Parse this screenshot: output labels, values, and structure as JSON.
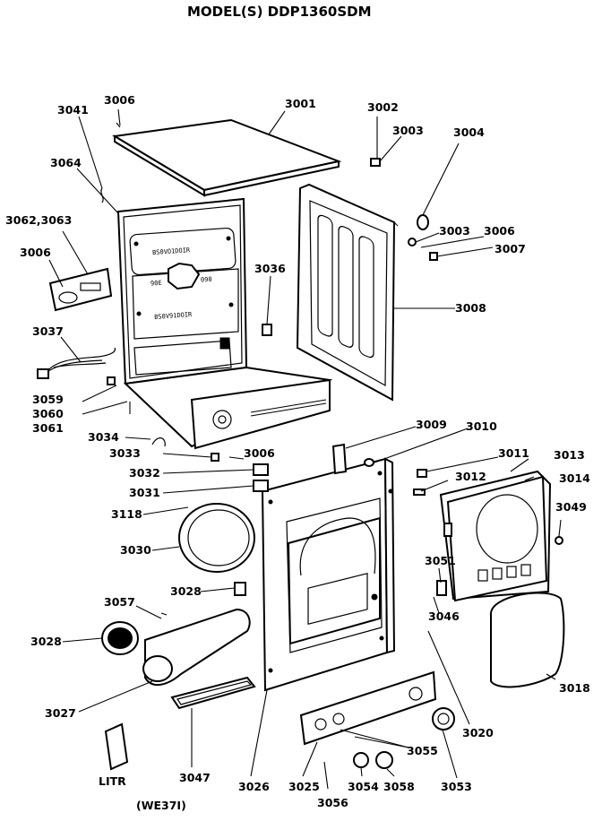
{
  "title": "MODEL(S) DDP1360SDM",
  "panel_text": {
    "top_row": "BS0VO1DOIR",
    "left_code": "90E",
    "right_code": "090",
    "bottom_row": "BS0V91DOIR"
  },
  "footer": "(WE37I)",
  "labels": {
    "l3001": "3001",
    "l3002": "3002",
    "l3003a": "3003",
    "l3003b": "3003",
    "l3004": "3004",
    "l3006a": "3006",
    "l3006b": "3006",
    "l3006c": "3006",
    "l3006d": "3006",
    "l3007": "3007",
    "l3008": "3008",
    "l3009": "3009",
    "l3010": "3010",
    "l3011": "3011",
    "l3012": "3012",
    "l3013": "3013",
    "l3014": "3014",
    "l3018": "3018",
    "l3020": "3020",
    "l3025": "3025",
    "l3026": "3026",
    "l3027": "3027",
    "l3028a": "3028",
    "l3028b": "3028",
    "l3030": "3030",
    "l3031": "3031",
    "l3032": "3032",
    "l3033": "3033",
    "l3034": "3034",
    "l3036": "3036",
    "l3037": "3037",
    "l3041": "3041",
    "l3046": "3046",
    "l3047": "3047",
    "l3049": "3049",
    "l3051": "3051",
    "l3053": "3053",
    "l3054": "3054",
    "l3055": "3055",
    "l3056": "3056",
    "l3057": "3057",
    "l3058": "3058",
    "l3059": "3059",
    "l3060": "3060",
    "l3061": "3061",
    "l3062": "3062,3063",
    "l3064": "3064",
    "l3118": "3118",
    "litr": "LITR"
  }
}
